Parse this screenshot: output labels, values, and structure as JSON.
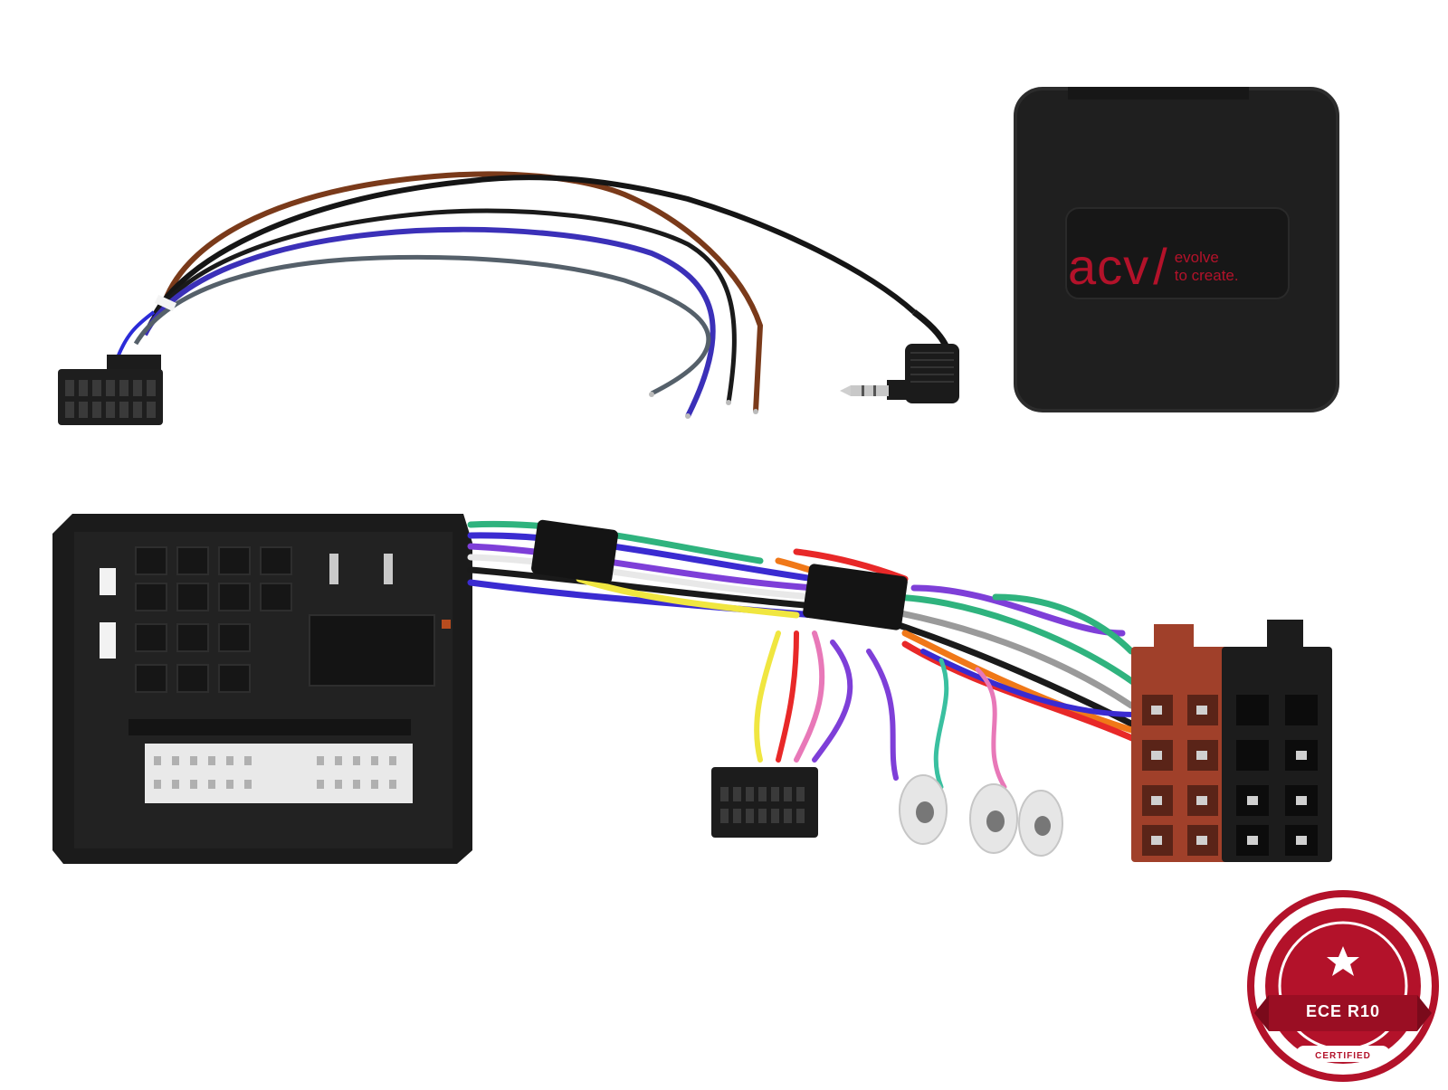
{
  "brand": {
    "logo": "acv",
    "tagline_line1": "evolve",
    "tagline_line2": "to create."
  },
  "seal": {
    "label": "ECE R10",
    "sublabel": "CERTIFIED"
  },
  "colors": {
    "brand_red": "#b3122a",
    "housing_black": "#1c1c1c",
    "iso_red": "#a0402a"
  },
  "icons": [
    "patch-lead-connector",
    "jack-plug-3-5mm",
    "interface-box",
    "quadlock-connector",
    "iso-connector-red",
    "iso-connector-black",
    "certification-seal"
  ]
}
